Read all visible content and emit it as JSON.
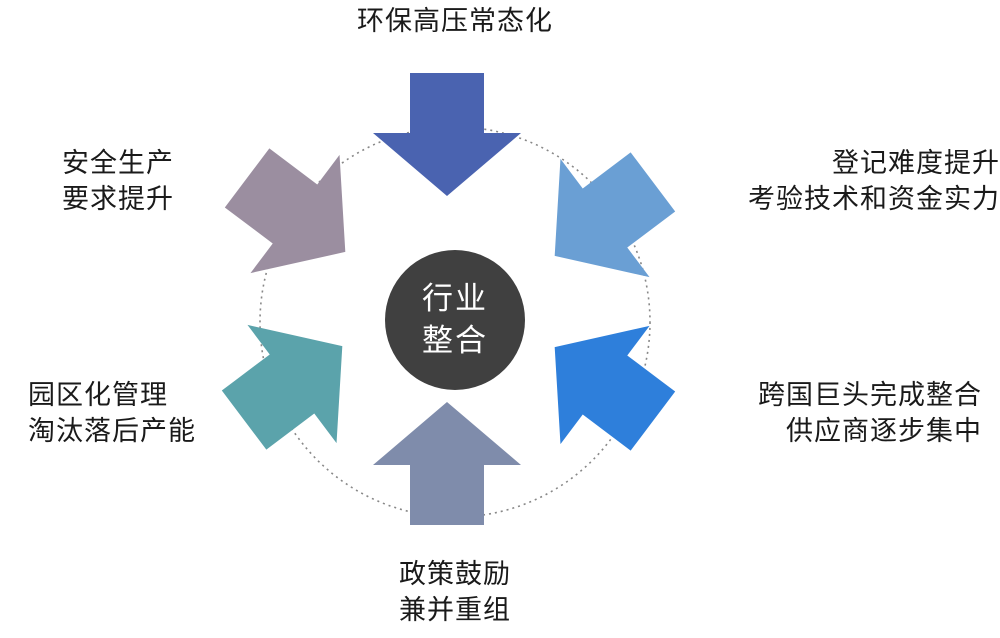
{
  "center": {
    "line1": "行业",
    "line2": "整合"
  },
  "factors": {
    "top": {
      "line1": "环保高压常态化",
      "color": "#4a63b0"
    },
    "top_left": {
      "line1": "安全生产",
      "line2": "要求提升",
      "color": "#9b8ea0"
    },
    "top_right": {
      "line1": "登记难度提升",
      "line2": "考验技术和资金实力",
      "color": "#6a9fd4"
    },
    "bottom_left": {
      "line1": "园区化管理",
      "line2": "淘汰落后产能",
      "color": "#5ba3ab"
    },
    "bottom_right": {
      "line1": "跨国巨头完成整合",
      "line2": "供应商逐步集中",
      "color": "#2e7fdb"
    },
    "bottom": {
      "line1": "政策鼓励",
      "line2": "兼并重组",
      "color": "#7f8cab"
    }
  },
  "colors": {
    "center_fill": "#404040",
    "ring_stroke": "#888888"
  }
}
